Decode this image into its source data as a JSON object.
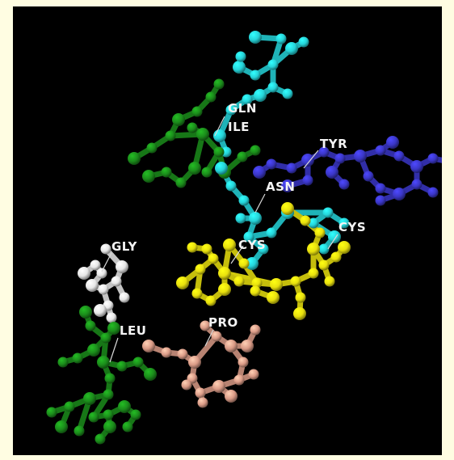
{
  "labels": {
    "gln": "GLN",
    "ile": "ILE",
    "tyr": "TYR",
    "asn": "ASN",
    "cys_1": "CYS",
    "cys_2": "CYS",
    "gly": "GLY",
    "leu": "LEU",
    "pro": "PRO"
  },
  "colors": {
    "background": "#000000",
    "frame": "#fffde2",
    "gln": "#25d3d8",
    "ile": "#1b8c1b",
    "tyr": "#3a36c6",
    "asn": "#25d3d8",
    "cys": "#e8e00e",
    "gly": "#e6e6e6",
    "leu": "#1b8c1b",
    "pro": "#d99a86",
    "label": "#f4f4f4"
  }
}
